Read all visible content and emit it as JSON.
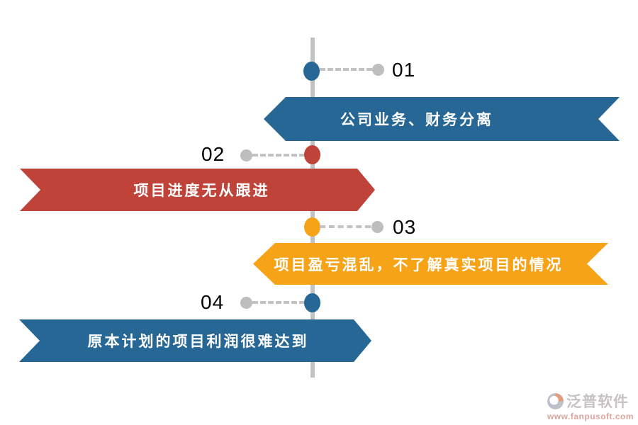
{
  "diagram": {
    "type": "vertical-timeline-infographic",
    "colors": {
      "blue": "#266795",
      "red": "#bf4339",
      "orange": "#f6a318",
      "axis_gray": "#c3c3c3",
      "dot_gray": "#bebebe",
      "number_text": "#000000",
      "ribbon_text": "#ffffff"
    },
    "items": [
      {
        "number": "01",
        "label": "公司业务、财务分离",
        "color": "#266795",
        "side": "right"
      },
      {
        "number": "02",
        "label": "项目进度无从跟进",
        "color": "#bf4339",
        "side": "left"
      },
      {
        "number": "03",
        "label": "项目盈亏混乱，不了解真实项目的情况",
        "color": "#f6a318",
        "side": "right"
      },
      {
        "number": "04",
        "label": "原本计划的项目利润很难达到",
        "color": "#266795",
        "side": "left"
      }
    ]
  },
  "watermark": {
    "brand": "泛普软件",
    "url": "www.fanpusoft.com",
    "icon_gray": "#bcc0ca",
    "icon_orange": "#e39b7d"
  }
}
